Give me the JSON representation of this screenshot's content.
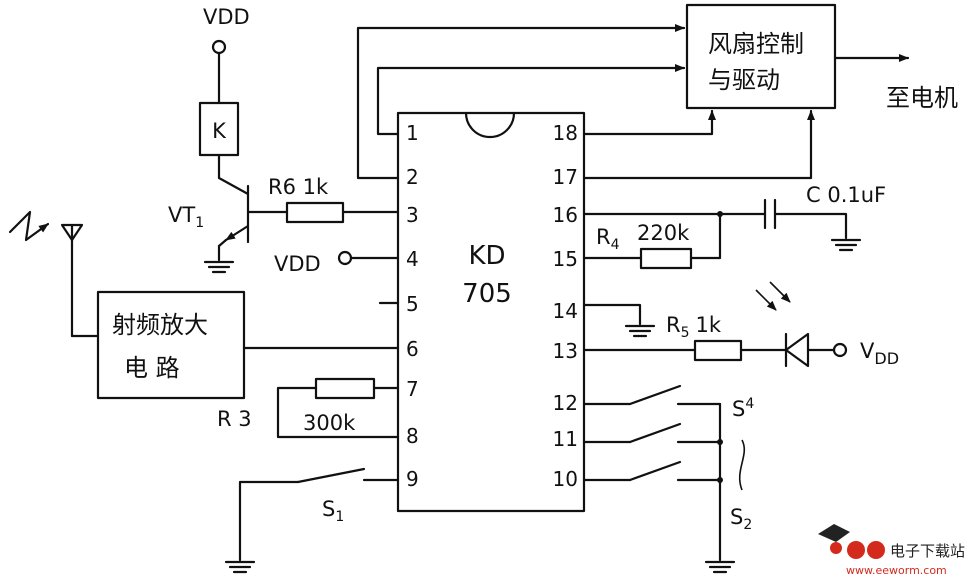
{
  "chip": {
    "name": "KD",
    "number": "705",
    "left_pins": [
      "1",
      "2",
      "3",
      "4",
      "5",
      "6",
      "7",
      "8",
      "9"
    ],
    "right_pins": [
      "18",
      "17",
      "16",
      "15",
      "14",
      "13",
      "12",
      "11",
      "10"
    ]
  },
  "labels": {
    "vdd_top": "VDD",
    "relay": "K",
    "transistor_main": "VT",
    "transistor_sub": "1",
    "r6": "R6 1k",
    "vdd_pin4": "VDD",
    "rf_amp": [
      "射频放大",
      "电  路"
    ],
    "r3": "R 3",
    "r3_value": "300k",
    "s1_main": "S",
    "s1_sub": "1",
    "fan_block": [
      "风扇控制",
      "与驱动"
    ],
    "to_motor": "至电机",
    "c": "C 0.1uF",
    "r4_main": "R",
    "r4_sub": "4",
    "r4_value": "220k",
    "r5_main": "R",
    "r5_sub": "5",
    "r5_value": "1k",
    "vdd_led_main": "V",
    "vdd_led_sub": "DD",
    "s4_main": "S",
    "s4_sub": "4",
    "s2_main": "S",
    "s2_sub": "2"
  },
  "watermark": {
    "brand": "电子下载站",
    "url": "www.eeworm.com"
  }
}
